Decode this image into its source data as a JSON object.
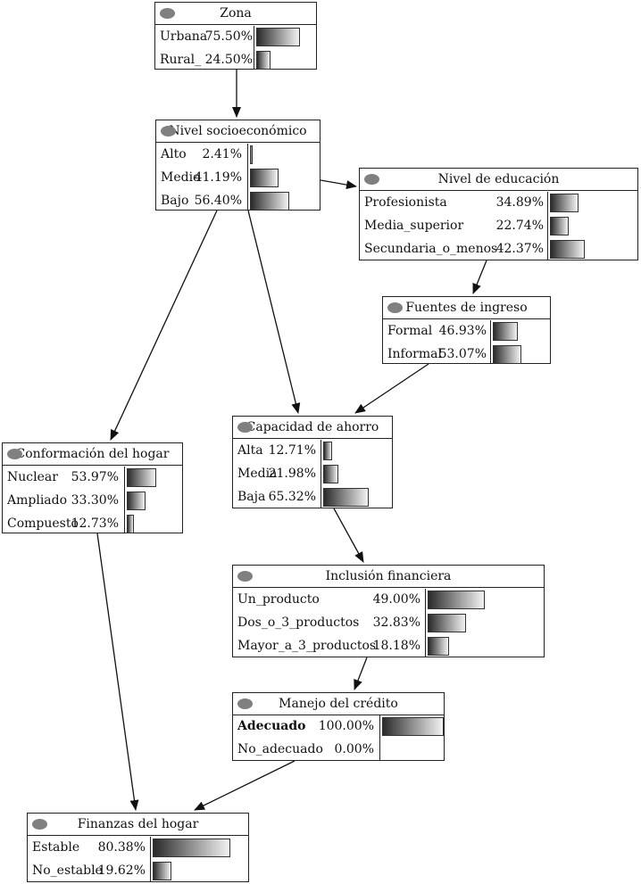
{
  "nodes": [
    {
      "id": "zona",
      "title": "Zona",
      "states": [
        {
          "label": "Urbana",
          "value": "75.50%",
          "prob": 0.755
        },
        {
          "label": "Rural_",
          "value": "24.50%",
          "prob": 0.245
        }
      ]
    },
    {
      "id": "nivel-socio",
      "title": "Nivel socioeconómico",
      "states": [
        {
          "label": "Alto",
          "value": "2.41%",
          "prob": 0.0241
        },
        {
          "label": "Medio",
          "value": "41.19%",
          "prob": 0.4119
        },
        {
          "label": "Bajo",
          "value": "56.40%",
          "prob": 0.564
        }
      ]
    },
    {
      "id": "nivel-educacion",
      "title": "Nivel de educación",
      "states": [
        {
          "label": "Profesionista",
          "value": "34.89%",
          "prob": 0.3489
        },
        {
          "label": "Media_superior",
          "value": "22.74%",
          "prob": 0.2274
        },
        {
          "label": "Secundaria_o_menos",
          "value": "42.37%",
          "prob": 0.4237
        }
      ]
    },
    {
      "id": "fuentes-ingreso",
      "title": "Fuentes de ingreso",
      "states": [
        {
          "label": "Formal",
          "value": "46.93%",
          "prob": 0.4693
        },
        {
          "label": "Informal",
          "value": "53.07%",
          "prob": 0.5307
        }
      ]
    },
    {
      "id": "capacidad-ahorro",
      "title": "Capacidad de ahorro",
      "states": [
        {
          "label": "Alta",
          "value": "12.71%",
          "prob": 0.1271
        },
        {
          "label": "Media",
          "value": "21.98%",
          "prob": 0.2198
        },
        {
          "label": "Baja",
          "value": "65.32%",
          "prob": 0.6532
        }
      ]
    },
    {
      "id": "conformacion-hogar",
      "title": "Conformación del hogar",
      "states": [
        {
          "label": "Nuclear",
          "value": "53.97%",
          "prob": 0.5397
        },
        {
          "label": "Ampliado",
          "value": "33.30%",
          "prob": 0.333
        },
        {
          "label": "Compuesto",
          "value": "12.73%",
          "prob": 0.1273
        }
      ]
    },
    {
      "id": "inclusion-financiera",
      "title": "Inclusión financiera",
      "states": [
        {
          "label": "Un_producto",
          "value": "49.00%",
          "prob": 0.49
        },
        {
          "label": "Dos_o_3_productos",
          "value": "32.83%",
          "prob": 0.3283
        },
        {
          "label": "Mayor_a_3_productos",
          "value": "18.18%",
          "prob": 0.1818
        }
      ]
    },
    {
      "id": "manejo-credito",
      "title": "Manejo del crédito",
      "states": [
        {
          "label": "Adecuado",
          "value": "100.00%",
          "prob": 1.0,
          "bold": true
        },
        {
          "label": "No_adecuado",
          "value": "0.00%",
          "prob": 0.0
        }
      ]
    },
    {
      "id": "finanzas-hogar",
      "title": "Finanzas del hogar",
      "states": [
        {
          "label": "Estable",
          "value": "80.38%",
          "prob": 0.8038
        },
        {
          "label": "No_estable",
          "value": "19.62%",
          "prob": 0.1962
        }
      ]
    }
  ],
  "edges": [
    {
      "from": "zona",
      "to": "nivel-socio"
    },
    {
      "from": "nivel-socio",
      "to": "nivel-educacion"
    },
    {
      "from": "nivel-socio",
      "to": "conformacion-hogar"
    },
    {
      "from": "nivel-socio",
      "to": "capacidad-ahorro"
    },
    {
      "from": "nivel-educacion",
      "to": "fuentes-ingreso"
    },
    {
      "from": "fuentes-ingreso",
      "to": "capacidad-ahorro"
    },
    {
      "from": "capacidad-ahorro",
      "to": "inclusion-financiera"
    },
    {
      "from": "inclusion-financiera",
      "to": "manejo-credito"
    },
    {
      "from": "conformacion-hogar",
      "to": "finanzas-hogar"
    },
    {
      "from": "manejo-credito",
      "to": "finanzas-hogar"
    }
  ]
}
